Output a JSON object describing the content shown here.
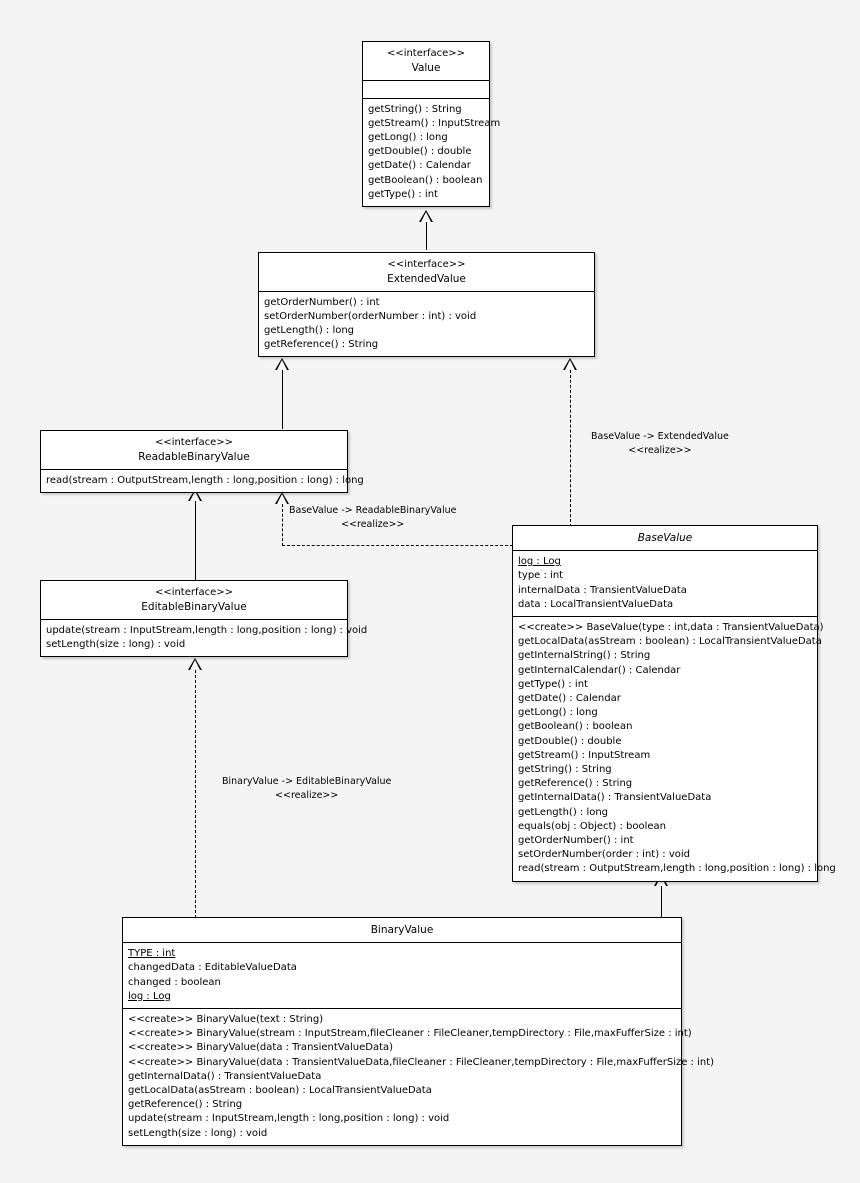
{
  "diagram": {
    "title": "UML Class Diagram - Value hierarchy",
    "background_color": "#f4f4f4",
    "box_fill": "#ffffff",
    "line_color": "#000000"
  },
  "classes": {
    "value": {
      "stereotype": "<<interface>>",
      "name": "Value",
      "attributes": [],
      "methods": [
        "getString() : String",
        "getStream() : InputStream",
        "getLong() : long",
        "getDouble() : double",
        "getDate() : Calendar",
        "getBoolean() : boolean",
        "getType() : int"
      ]
    },
    "extended_value": {
      "stereotype": "<<interface>>",
      "name": "ExtendedValue",
      "methods": [
        "getOrderNumber() : int",
        "setOrderNumber(orderNumber : int) : void",
        "getLength() : long",
        "getReference() : String"
      ]
    },
    "readable_binary_value": {
      "stereotype": "<<interface>>",
      "name": "ReadableBinaryValue",
      "methods": [
        "read(stream : OutputStream,length : long,position : long) : long"
      ]
    },
    "editable_binary_value": {
      "stereotype": "<<interface>>",
      "name": "EditableBinaryValue",
      "methods": [
        "update(stream : InputStream,length : long,position : long) : void",
        "setLength(size : long) : void"
      ]
    },
    "base_value": {
      "stereotype": "",
      "name": "BaseValue",
      "abstract": true,
      "attributes": [
        {
          "text": "log : Log",
          "static": true
        },
        {
          "text": "type : int",
          "static": false
        },
        {
          "text": "internalData : TransientValueData",
          "static": false
        },
        {
          "text": "data : LocalTransientValueData",
          "static": false
        }
      ],
      "methods": [
        "<<create>> BaseValue(type : int,data : TransientValueData)",
        "getLocalData(asStream : boolean) : LocalTransientValueData",
        "getInternalString() : String",
        "getInternalCalendar() : Calendar",
        "getType() : int",
        "getDate() : Calendar",
        "getLong() : long",
        "getBoolean() : boolean",
        "getDouble() : double",
        "getStream() : InputStream",
        "getString() : String",
        "getReference() : String",
        "getInternalData() : TransientValueData",
        "getLength() : long",
        "equals(obj : Object) : boolean",
        "getOrderNumber() : int",
        "setOrderNumber(order : int) : void",
        "read(stream : OutputStream,length : long,position : long) : long"
      ]
    },
    "binary_value": {
      "stereotype": "",
      "name": "BinaryValue",
      "abstract": false,
      "attributes": [
        {
          "text": "TYPE : int",
          "static": true
        },
        {
          "text": "changedData : EditableValueData",
          "static": false
        },
        {
          "text": "changed : boolean",
          "static": false
        },
        {
          "text": "log : Log",
          "static": true
        }
      ],
      "methods": [
        "<<create>> BinaryValue(text : String)",
        "<<create>> BinaryValue(stream : InputStream,fileCleaner : FileCleaner,tempDirectory : File,maxFufferSize : int)",
        "<<create>> BinaryValue(data : TransientValueData)",
        "<<create>> BinaryValue(data : TransientValueData,fileCleaner : FileCleaner,tempDirectory : File,maxFufferSize : int)",
        "getInternalData() : TransientValueData",
        "getLocalData(asStream : boolean) : LocalTransientValueData",
        "getReference() : String",
        "update(stream : InputStream,length : long,position : long) : void",
        "setLength(size : long) : void"
      ]
    }
  },
  "relationships": [
    {
      "id": "ext_to_value",
      "from": "ExtendedValue",
      "to": "Value",
      "kind": "generalization",
      "line": "solid",
      "label_line1": "",
      "label_line2": ""
    },
    {
      "id": "readable_to_ext",
      "from": "ReadableBinaryValue",
      "to": "ExtendedValue",
      "kind": "generalization",
      "line": "solid",
      "label_line1": "",
      "label_line2": ""
    },
    {
      "id": "basevalue_to_ext",
      "from": "BaseValue",
      "to": "ExtendedValue",
      "kind": "realize",
      "line": "dashed",
      "label_line1": "BaseValue -> ExtendedValue",
      "label_line2": "<<realize>>"
    },
    {
      "id": "basevalue_to_readable",
      "from": "BaseValue",
      "to": "ReadableBinaryValue",
      "kind": "realize",
      "line": "dashed",
      "label_line1": "BaseValue -> ReadableBinaryValue",
      "label_line2": "<<realize>>"
    },
    {
      "id": "editable_to_readable",
      "from": "EditableBinaryValue",
      "to": "ReadableBinaryValue",
      "kind": "generalization",
      "line": "solid",
      "label_line1": "",
      "label_line2": ""
    },
    {
      "id": "binaryvalue_to_editable",
      "from": "BinaryValue",
      "to": "EditableBinaryValue",
      "kind": "realize",
      "line": "dashed",
      "label_line1": "BinaryValue -> EditableBinaryValue",
      "label_line2": "<<realize>>"
    },
    {
      "id": "binaryvalue_to_basevalue",
      "from": "BinaryValue",
      "to": "BaseValue",
      "kind": "generalization",
      "line": "solid",
      "label_line1": "",
      "label_line2": ""
    }
  ]
}
